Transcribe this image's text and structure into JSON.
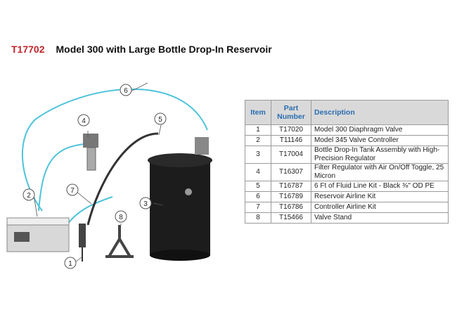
{
  "title": {
    "part_number": "T17702",
    "name": "Model 300 with Large Bottle Drop-In Reservoir"
  },
  "callouts": [
    "1",
    "2",
    "3",
    "4",
    "5",
    "6",
    "7",
    "8"
  ],
  "table": {
    "headers": {
      "item": "Item",
      "part": "Part Number",
      "description": "Description"
    },
    "rows": [
      {
        "item": "1",
        "part": "T17020",
        "description": "Model 300 Diaphragm Valve"
      },
      {
        "item": "2",
        "part": "T11146",
        "description": "Model 345 Valve Controller"
      },
      {
        "item": "3",
        "part": "T17004",
        "description": "Bottle Drop-In Tank Assembly with High-Precision Regulator"
      },
      {
        "item": "4",
        "part": "T16307",
        "description": "Filter Regulator with Air On/Off Toggle, 25 Micron"
      },
      {
        "item": "5",
        "part": "T16787",
        "description": "6 Ft of Fluid Line Kit - Black ⅜\" OD PE"
      },
      {
        "item": "6",
        "part": "T16789",
        "description": "Reservoir Airline Kit"
      },
      {
        "item": "7",
        "part": "T16786",
        "description": "Controller Airline Kit"
      },
      {
        "item": "8",
        "part": "T15466",
        "description": "Valve Stand"
      }
    ]
  },
  "colors": {
    "title_pn": "#c0262c",
    "header_text": "#2a6db0",
    "airline": "#4fc3dc"
  }
}
